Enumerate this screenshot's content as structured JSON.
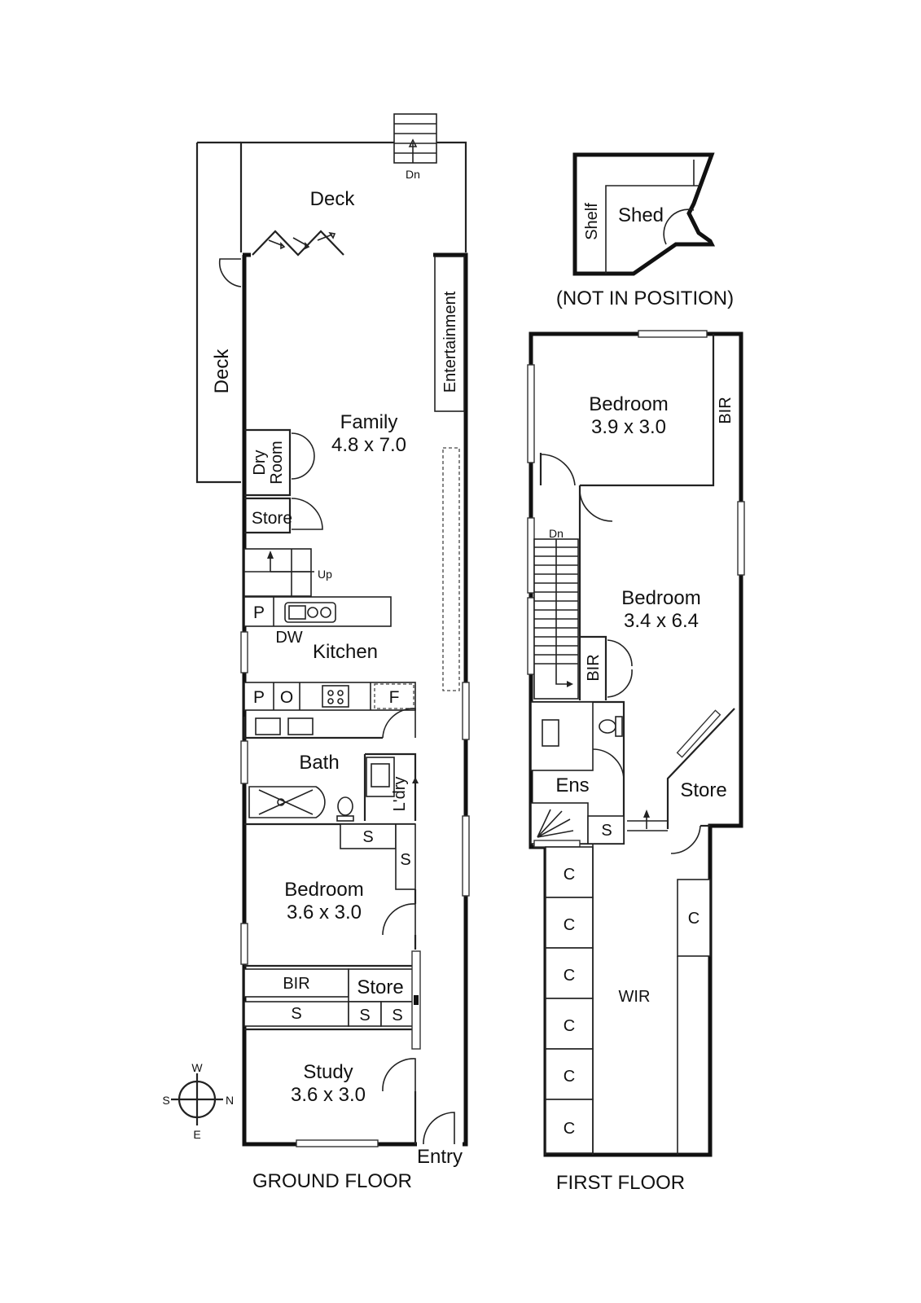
{
  "ground_floor": {
    "caption": "GROUND FLOOR",
    "deck_top": "Deck",
    "deck_side": "Deck",
    "stair_down": "Dn",
    "entertainment": "Entertainment",
    "family": {
      "name": "Family",
      "size": "4.8 x 7.0"
    },
    "dry_room_line1": "Dry",
    "dry_room_line2": "Room",
    "store_1": "Store",
    "stair_up": "Up",
    "pantry_1": "P",
    "dishwasher": "DW",
    "kitchen": "Kitchen",
    "pantry_2": "P",
    "oven": "O",
    "fridge": "F",
    "bath": "Bath",
    "laundry": "L'dry",
    "shelf_1": "S",
    "shelf_2": "S",
    "bedroom": {
      "name": "Bedroom",
      "size": "3.6 x 3.0"
    },
    "bir": "BIR",
    "store_2": "Store",
    "shelf_3": "S",
    "shelf_4": "S",
    "shelf_5": "S",
    "study": {
      "name": "Study",
      "size": "3.6 x 3.0"
    },
    "entry": "Entry"
  },
  "shed": {
    "name": "Shed",
    "shelf": "Shelf",
    "note": "(NOT IN POSITION)"
  },
  "first_floor": {
    "caption": "FIRST FLOOR",
    "bedroom_1": {
      "name": "Bedroom",
      "size": "3.9 x 3.0"
    },
    "bir_1": "BIR",
    "stair_down": "Dn",
    "bedroom_2": {
      "name": "Bedroom",
      "size": "3.4 x 6.4"
    },
    "bir_2": "BIR",
    "ensuite": "Ens",
    "store": "Store",
    "shelf": "S",
    "wir": "WIR",
    "cupboards": [
      "C",
      "C",
      "C",
      "C",
      "C",
      "C",
      "C"
    ]
  },
  "compass": {
    "west": "W",
    "south": "S",
    "north": "N",
    "east": "E"
  }
}
